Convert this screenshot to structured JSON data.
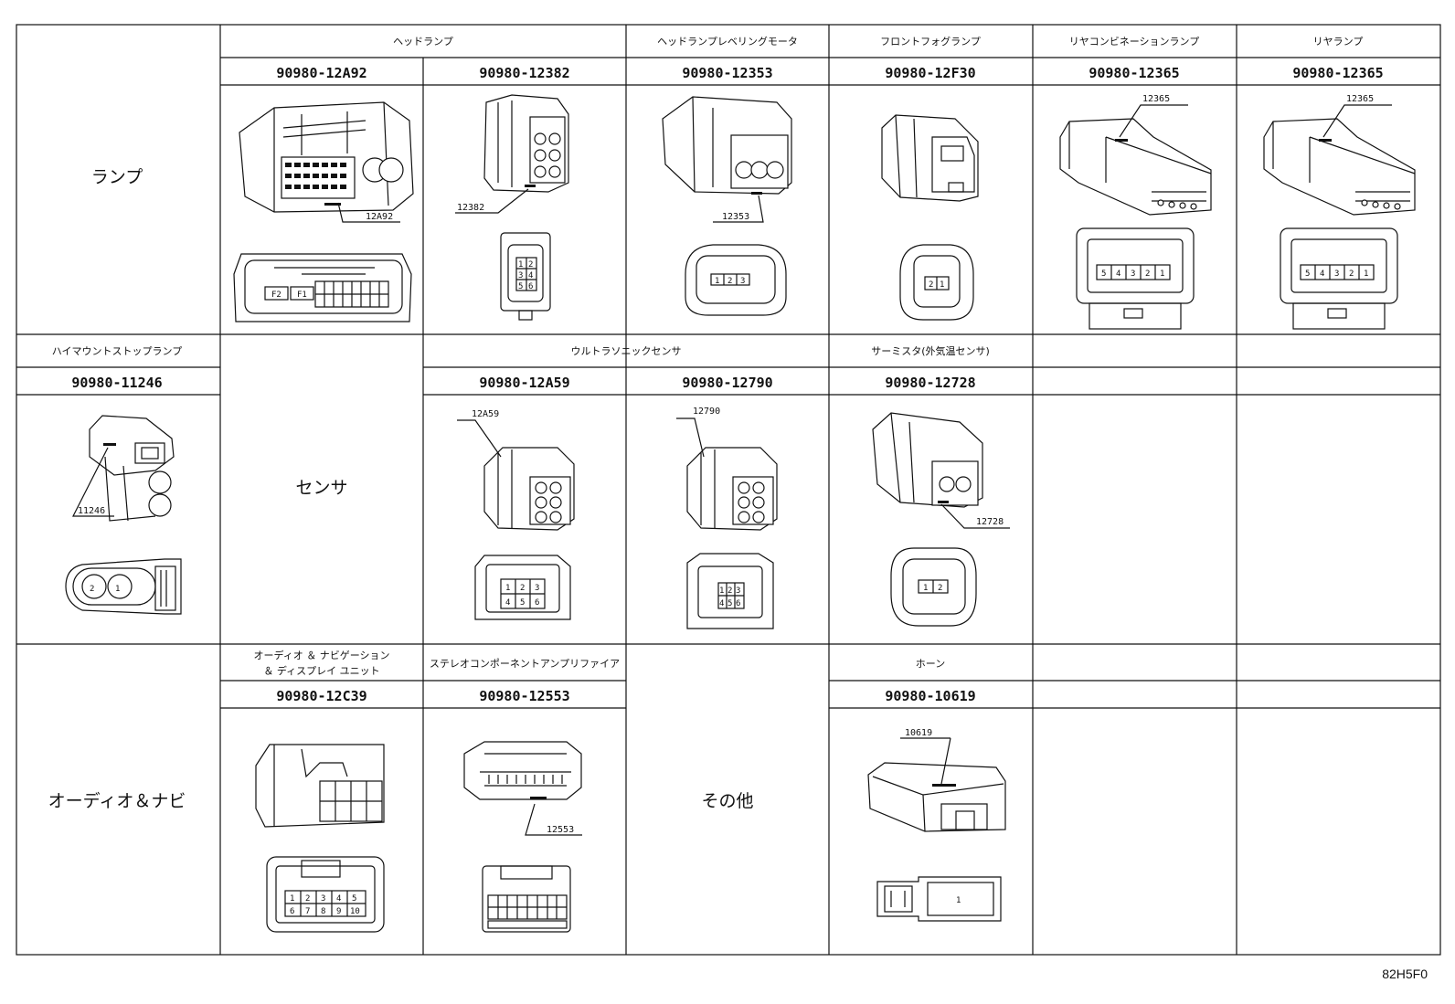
{
  "categories": {
    "lamp": "ランプ",
    "sensor": "センサ",
    "audio_navi": "オーディオ＆ナビ",
    "other": "その他"
  },
  "rows": [
    {
      "cells": [
        {
          "label": "ヘッドランプ",
          "parts": [
            {
              "number": "90980-12A92",
              "tag": "12A92"
            },
            {
              "number": "90980-12382",
              "tag": "12382"
            }
          ]
        },
        {
          "label": "ヘッドランプレベリングモータ",
          "parts": [
            {
              "number": "90980-12353",
              "tag": "12353"
            }
          ]
        },
        {
          "label": "フロントフォグランプ",
          "parts": [
            {
              "number": "90980-12F30",
              "tag": ""
            }
          ]
        },
        {
          "label": "リヤコンビネーションランプ",
          "parts": [
            {
              "number": "90980-12365",
              "tag": "12365"
            }
          ]
        },
        {
          "label": "リヤランプ",
          "parts": [
            {
              "number": "90980-12365",
              "tag": "12365"
            }
          ]
        }
      ]
    },
    {
      "cells": [
        {
          "label": "ハイマウントストップランプ",
          "parts": [
            {
              "number": "90980-11246",
              "tag": "11246"
            }
          ]
        },
        {
          "label": "ウルトラソニックセンサ",
          "parts": [
            {
              "number": "90980-12A59",
              "tag": "12A59"
            },
            {
              "number": "90980-12790",
              "tag": "12790"
            }
          ]
        },
        {
          "label": "サーミスタ(外気温センサ)",
          "parts": [
            {
              "number": "90980-12728",
              "tag": "12728"
            }
          ]
        }
      ]
    },
    {
      "cells": [
        {
          "label_lines": [
            "オーディオ ＆ ナビゲーション",
            "＆ ディスプレイ ユニット"
          ],
          "parts": [
            {
              "number": "90980-12C39",
              "tag": ""
            }
          ]
        },
        {
          "label": "ステレオコンポーネントアンプリファイア",
          "parts": [
            {
              "number": "90980-12553",
              "tag": "12553"
            }
          ]
        },
        {
          "label": "ホーン",
          "parts": [
            {
              "number": "90980-10619",
              "tag": "10619"
            }
          ]
        }
      ]
    }
  ],
  "pins": {
    "headlamp_a_small": [
      "F2",
      "F1"
    ],
    "p12382": [
      "1",
      "2",
      "3",
      "4",
      "5",
      "6"
    ],
    "p12353": [
      "1",
      "2",
      "3"
    ],
    "p12f30": [
      "2",
      "1"
    ],
    "p12365": [
      "5",
      "4",
      "3",
      "2",
      "1"
    ],
    "p11246": [
      "2",
      "1"
    ],
    "p12a59": [
      "1",
      "2",
      "3",
      "4",
      "5",
      "6"
    ],
    "p12728": [
      "1",
      "2"
    ],
    "p12c39": [
      "1",
      "2",
      "3",
      "4",
      "5",
      "6",
      "7",
      "8",
      "9",
      "10"
    ],
    "p10619": [
      "1"
    ]
  },
  "figure_ref": "82H5F0"
}
